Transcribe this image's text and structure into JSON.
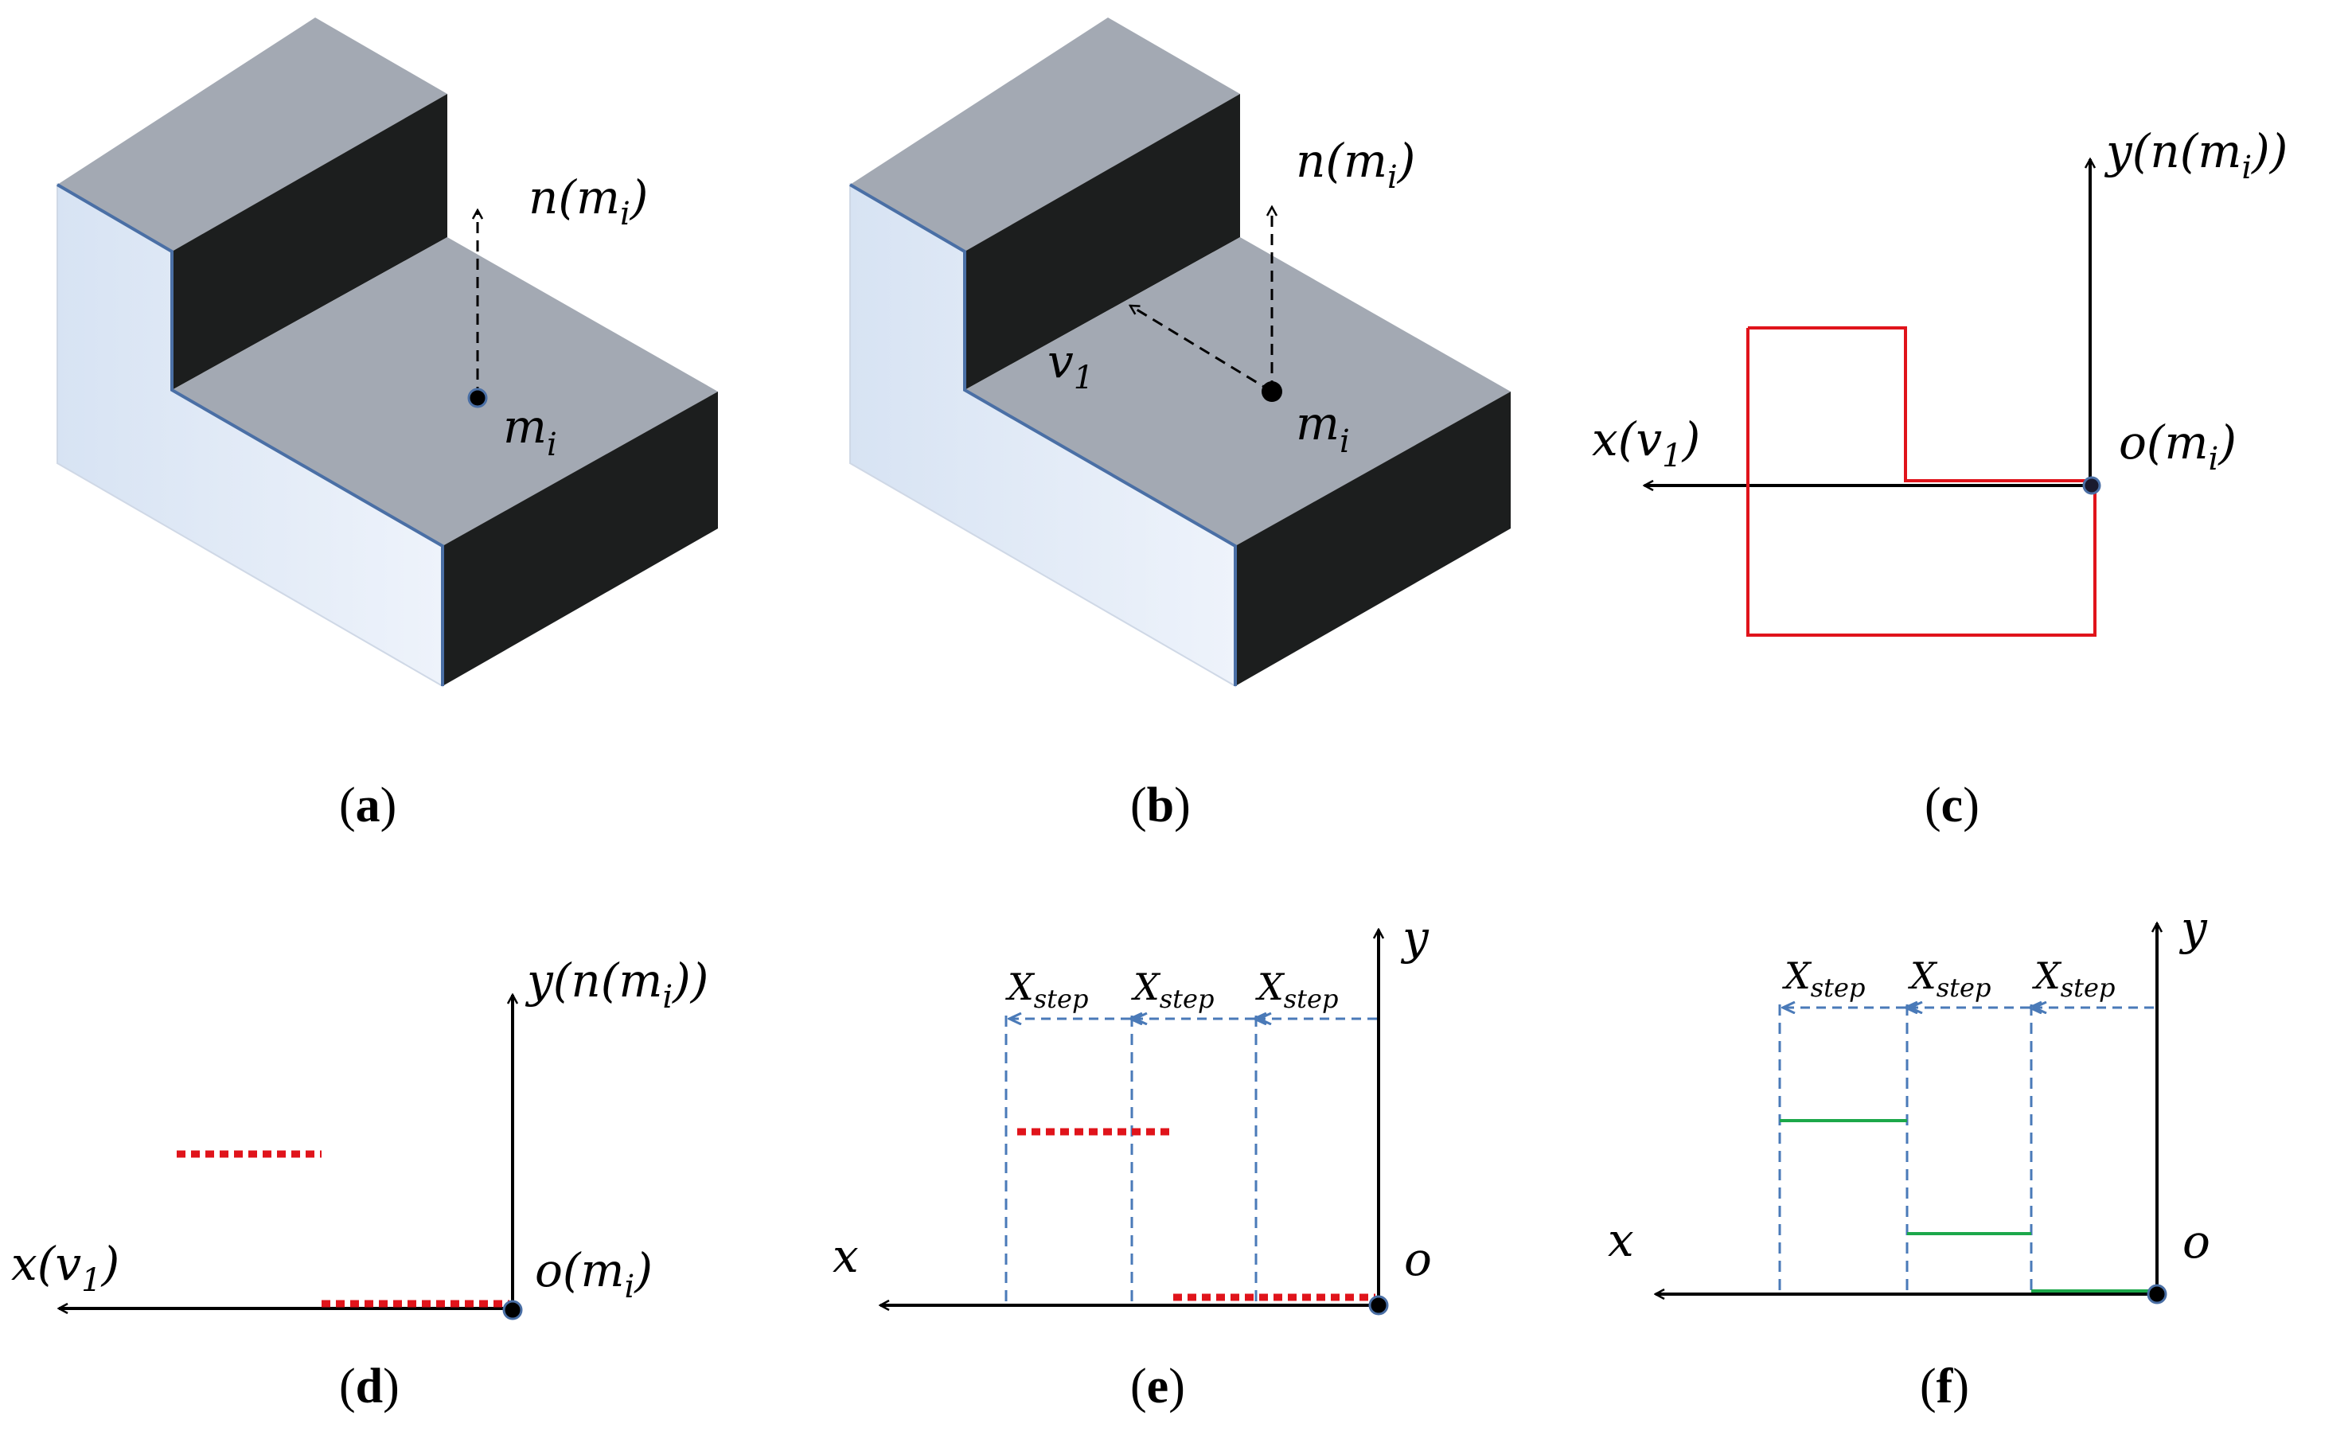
{
  "panels": {
    "a": {
      "caption": "a",
      "normal_label": "n(m",
      "normal_sub": "i",
      "normal_close": ")",
      "point_label": "m",
      "point_sub": "i"
    },
    "b": {
      "caption": "b",
      "normal_label": "n(m",
      "normal_sub": "i",
      "normal_close": ")",
      "point_label": "m",
      "point_sub": "i",
      "vector_label": "v",
      "vector_sub": "1"
    },
    "c": {
      "caption": "c",
      "y_label": "y(n(m",
      "y_sub": "i",
      "y_close": "))",
      "x_label": "x(v",
      "x_sub": "1",
      "x_close": ")",
      "o_label": "o(m",
      "o_sub": "i",
      "o_close": ")"
    },
    "d": {
      "caption": "d",
      "y_label": "y(n(m",
      "y_sub": "i",
      "y_close": "))",
      "x_label": "x(v",
      "x_sub": "1",
      "x_close": ")",
      "o_label": "o(m",
      "o_sub": "i",
      "o_close": ")"
    },
    "e": {
      "caption": "e",
      "y_label": "y",
      "x_label": "x",
      "o_label": "o",
      "step_label": "X",
      "step_sub": "step"
    },
    "f": {
      "caption": "f",
      "y_label": "y",
      "x_label": "x",
      "o_label": "o",
      "step_label": "X",
      "step_sub": "step"
    }
  },
  "caption_open": "(",
  "caption_close": ")",
  "colors": {
    "top_face": "#a3a9b3",
    "dark_face": "#1c1e1e",
    "light_face": "#e2ebf7",
    "edge": "#4a6fa5",
    "profile": "#e0141b",
    "dashed": "#4a7ab8",
    "stripe": "#1ca84a"
  }
}
